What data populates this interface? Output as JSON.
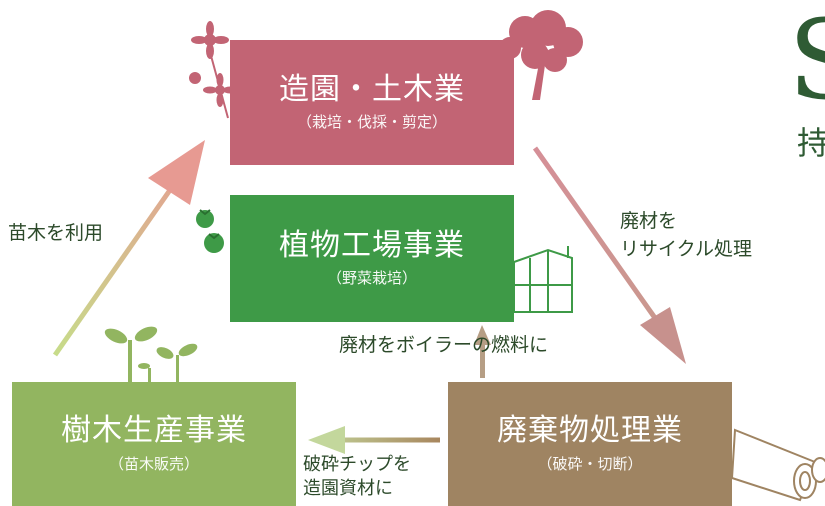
{
  "boxes": {
    "landscaping": {
      "title": "造園・土木業",
      "sub": "（栽培・伐採・剪定）"
    },
    "plant_factory": {
      "title": "植物工場事業",
      "sub": "（野菜栽培）"
    },
    "tree_production": {
      "title": "樹木生産事業",
      "sub": "（苗木販売）"
    },
    "waste": {
      "title": "廃棄物処理業",
      "sub": "（破砕・切断）"
    }
  },
  "arrows": {
    "seedlings": "苗木を利用",
    "recycle_line1": "廃材を",
    "recycle_line2": "リサイクル処理",
    "boiler": "廃材をボイラーの燃料に",
    "chips_line1": "破砕チップを",
    "chips_line2": "造園資材に"
  },
  "edge_text": {
    "title": "S",
    "sub": "持"
  },
  "colors": {
    "landscaping": "#c26474",
    "plant_factory": "#3e9a47",
    "tree_production": "#92b560",
    "waste": "#9f8462",
    "text": "#2c4a2a"
  }
}
